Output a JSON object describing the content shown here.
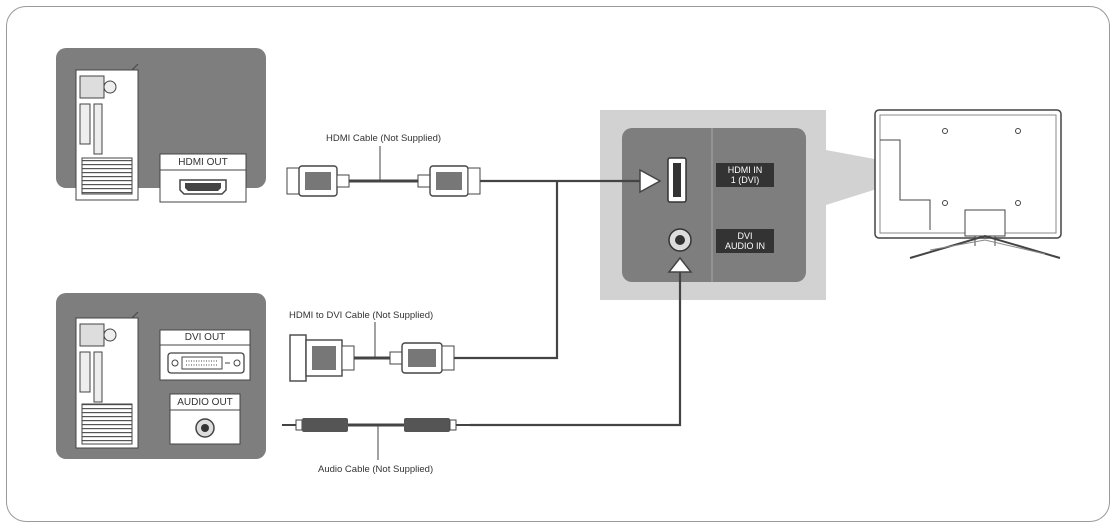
{
  "diagram": {
    "cables": {
      "hdmi": "HDMI Cable (Not Supplied)",
      "hdmi_dvi": "HDMI to DVI Cable (Not Supplied)",
      "audio": "Audio Cable (Not Supplied)"
    },
    "pc_ports": {
      "hdmi_out": "HDMI OUT",
      "dvi_out": "DVI OUT",
      "audio_out": "AUDIO OUT"
    },
    "tv_ports": {
      "hdmi_in_line1": "HDMI IN",
      "hdmi_in_line2": "1 (DVI)",
      "dvi_audio_line1": "DVI",
      "dvi_audio_line2": "AUDIO IN"
    },
    "colors": {
      "panel_gray": "#7e7e7e",
      "light_gray": "#d2d2d2",
      "line_dark": "#444444"
    }
  }
}
